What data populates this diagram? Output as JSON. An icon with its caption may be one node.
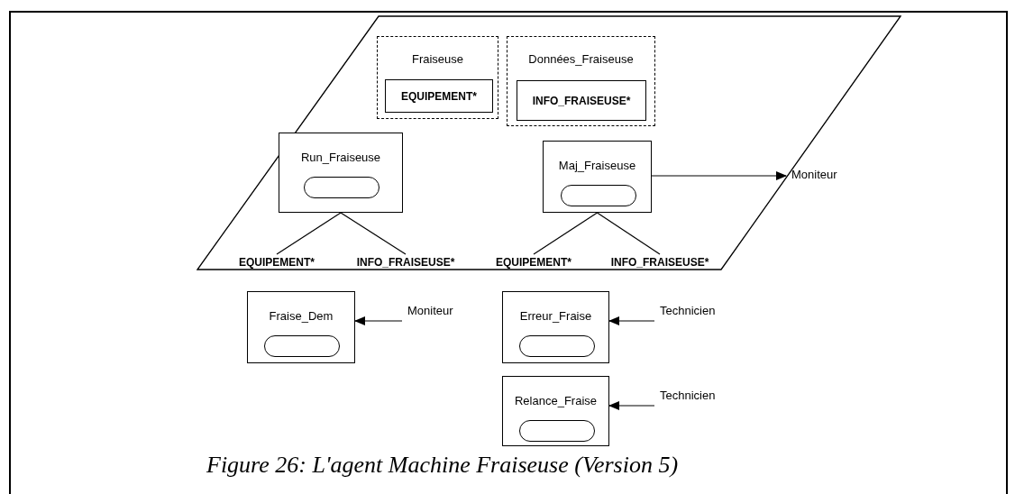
{
  "diagram": {
    "caption": "Figure 26: L'agent Machine Fraiseuse (Version 5)",
    "nodes": [
      {
        "text": [],
        "shape": "parallelogram"
      },
      {
        "text": [
          "Fraiseuse"
        ],
        "in": 0
      },
      {
        "text": [
          "EQUIPEMENT*"
        ],
        "in": 1
      },
      {
        "text": [
          "Données_Fraiseuse"
        ],
        "in": 0
      },
      {
        "text": [
          "INFO_FRAISEUSE*"
        ],
        "in": 3
      },
      {
        "text": [
          "Run_Fraiseuse"
        ],
        "in": 0
      },
      {
        "text": [
          "EQUIPEMENT*"
        ],
        "in": 0
      },
      {
        "text": [
          "INFO_FRAISEUSE*"
        ],
        "in": 0
      },
      {
        "text": [
          "Maj_Fraiseuse"
        ],
        "in": 0
      },
      {
        "text": [
          "EQUIPEMENT*"
        ],
        "in": 0
      },
      {
        "text": [
          "INFO_FRAISEUSE*"
        ],
        "in": 0
      },
      {
        "text": [
          "Moniteur"
        ]
      },
      {
        "text": [
          "Fraise_Dem"
        ]
      },
      {
        "text": [
          "Moniteur"
        ]
      },
      {
        "text": [
          "Erreur_Fraise"
        ]
      },
      {
        "text": [
          "Technicien"
        ]
      },
      {
        "text": [
          "Relance_Fraise"
        ]
      },
      {
        "text": [
          "Technicien"
        ]
      },
      {
        "text": [],
        "shape": "oval",
        "in": 5
      },
      {
        "text": [],
        "shape": "oval",
        "in": 8
      },
      {
        "text": [],
        "shape": "oval",
        "in": 12
      },
      {
        "text": [],
        "shape": "oval",
        "in": 14
      },
      {
        "text": [],
        "shape": "oval",
        "in": 16
      }
    ],
    "edges": [
      {
        "from": 5,
        "to": 6,
        "arrow": "none"
      },
      {
        "from": 5,
        "to": 7,
        "arrow": "none"
      },
      {
        "from": 8,
        "to": 9,
        "arrow": "none"
      },
      {
        "from": 8,
        "to": 10,
        "arrow": "none"
      },
      {
        "from": 8,
        "to": 11,
        "arrow": "to"
      },
      {
        "from": 13,
        "to": 12,
        "arrow": "to"
      },
      {
        "from": 15,
        "to": 14,
        "arrow": "to"
      },
      {
        "from": 17,
        "to": 16,
        "arrow": "to"
      }
    ]
  }
}
